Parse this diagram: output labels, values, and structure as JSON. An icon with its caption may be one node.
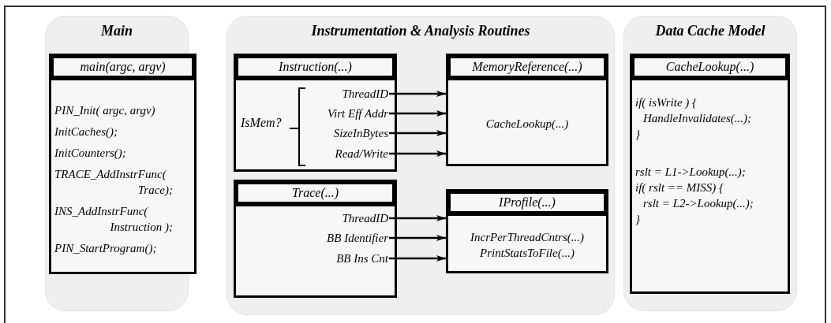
{
  "diagram": {
    "nodes": [
      {
        "text": [
          "Main"
        ]
      },
      {
        "text": [
          "main(argc, argv)",
          "PIN_Init( argc, argv)",
          "InitCaches();",
          "InitCounters();",
          "TRACE_AddInstrFunc( Trace);",
          "INS_AddInstrFunc( Instruction );",
          "PIN_StartProgram();"
        ],
        "in": 0
      },
      {
        "text": [
          "Instrumentation & Analysis Routines"
        ]
      },
      {
        "text": [
          "Instruction(...)",
          "IsMem?"
        ],
        "in": 2
      },
      {
        "text": [
          "ThreadID"
        ],
        "in": 3
      },
      {
        "text": [
          "Virt Eff Addr"
        ],
        "in": 3
      },
      {
        "text": [
          "SizeInBytes"
        ],
        "in": 3
      },
      {
        "text": [
          "Read/Write"
        ],
        "in": 3
      },
      {
        "text": [
          "Trace(...)"
        ],
        "in": 2
      },
      {
        "text": [
          "ThreadID"
        ],
        "in": 8
      },
      {
        "text": [
          "BB Identifier"
        ],
        "in": 8
      },
      {
        "text": [
          "BB Ins Cnt"
        ],
        "in": 8
      },
      {
        "text": [
          "MemoryReference(...)",
          "CacheLookup(...)"
        ],
        "in": 2
      },
      {
        "text": [
          "IProfile(...)",
          "IncrPerThreadCntrs(...)",
          "PrintStatsToFile(...)"
        ],
        "in": 2
      },
      {
        "text": [
          "Data Cache Model"
        ]
      },
      {
        "text": [
          "CacheLookup(...)",
          "if( isWrite ) {",
          "HandleInvalidates(...);",
          "}",
          "rslt = L1->Lookup(...);",
          "if( rslt == MISS) {",
          "rslt = L2->Lookup(...);",
          "}"
        ],
        "in": 14
      }
    ],
    "edges": [
      {
        "from": 4,
        "to": 12,
        "arrow": "to"
      },
      {
        "from": 5,
        "to": 12,
        "arrow": "to"
      },
      {
        "from": 6,
        "to": 12,
        "arrow": "to"
      },
      {
        "from": 7,
        "to": 12,
        "arrow": "to"
      },
      {
        "from": 9,
        "to": 13,
        "arrow": "to"
      },
      {
        "from": 10,
        "to": 13,
        "arrow": "to"
      },
      {
        "from": 11,
        "to": 13,
        "arrow": "to"
      }
    ]
  }
}
